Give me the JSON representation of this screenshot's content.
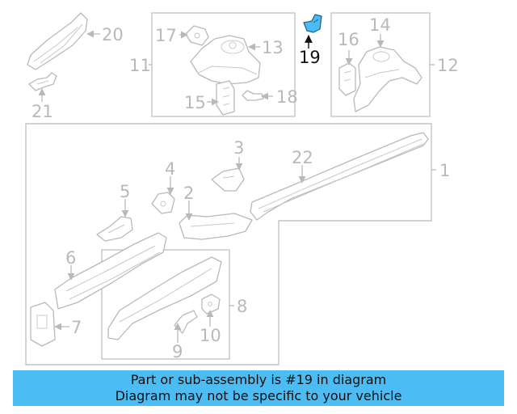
{
  "callouts": {
    "c1": "1",
    "c2": "2",
    "c3": "3",
    "c4": "4",
    "c5": "5",
    "c6": "6",
    "c7": "7",
    "c8": "8",
    "c9": "9",
    "c10": "10",
    "c11": "11",
    "c12": "12",
    "c13": "13",
    "c14": "14",
    "c15": "15",
    "c16": "16",
    "c17": "17",
    "c18": "18",
    "c19": "19",
    "c20": "20",
    "c21": "21",
    "c22": "22"
  },
  "highlighted_part": "19",
  "colors": {
    "highlight": "#4cbcf4",
    "line_art": "#b9b9b9",
    "banner": "#4cbcf4"
  },
  "banner": {
    "line1": "Part or sub-assembly is #19 in diagram",
    "line2": "Diagram may not be specific to your vehicle"
  }
}
